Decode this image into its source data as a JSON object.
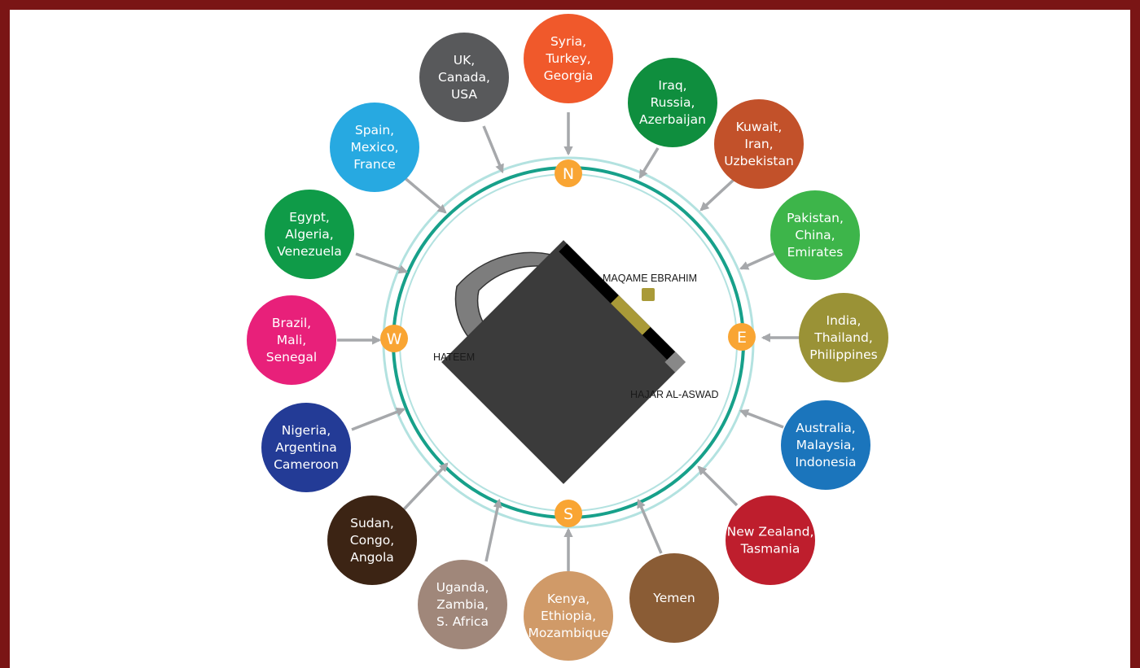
{
  "directions": {
    "north": "N",
    "east": "E",
    "south": "S",
    "west": "W"
  },
  "structure_labels": {
    "hateem": "HATEEM",
    "maqame_ebrahim": "MAQAME EBRAHIM",
    "hajar_al_aswad": "HAJAR AL-ASWAD"
  },
  "regions": [
    {
      "id": "syria-turkey-georgia",
      "lines": [
        "Syria,",
        "Turkey,",
        "Georgia"
      ],
      "color": "#f0592b"
    },
    {
      "id": "iraq-russia-azerbaijan",
      "lines": [
        "Iraq,",
        "Russia,",
        "Azerbaijan"
      ],
      "color": "#0f8e3e"
    },
    {
      "id": "kuwait-iran-uzbekistan",
      "lines": [
        "Kuwait,",
        "Iran,",
        "Uzbekistan"
      ],
      "color": "#c2512a"
    },
    {
      "id": "pakistan-china-emirates",
      "lines": [
        "Pakistan,",
        "China,",
        "Emirates"
      ],
      "color": "#3db54a"
    },
    {
      "id": "india-thailand-philippines",
      "lines": [
        "India,",
        "Thailand,",
        "Philippines"
      ],
      "color": "#9a9236"
    },
    {
      "id": "australia-malaysia-indonesia",
      "lines": [
        "Australia,",
        "Malaysia,",
        "Indonesia"
      ],
      "color": "#1b75bc"
    },
    {
      "id": "newzealand-tasmania",
      "lines": [
        "New Zealand,",
        "Tasmania"
      ],
      "color": "#be1e2d"
    },
    {
      "id": "yemen",
      "lines": [
        "Yemen"
      ],
      "color": "#8a5c35"
    },
    {
      "id": "kenya-ethiopia-mozambique",
      "lines": [
        "Kenya,",
        "Ethiopia,",
        "Mozambique"
      ],
      "color": "#d09a68"
    },
    {
      "id": "uganda-zambia-safrica",
      "lines": [
        "Uganda,",
        "Zambia,",
        "S. Africa"
      ],
      "color": "#a0877a"
    },
    {
      "id": "sudan-congo-angola",
      "lines": [
        "Sudan,",
        "Congo,",
        "Angola"
      ],
      "color": "#3c2414"
    },
    {
      "id": "nigeria-argentina-cameroon",
      "lines": [
        "Nigeria,",
        "Argentina",
        "Cameroon"
      ],
      "color": "#233b96"
    },
    {
      "id": "brazil-mali-senegal",
      "lines": [
        "Brazil,",
        "Mali,",
        "Senegal"
      ],
      "color": "#e8207a"
    },
    {
      "id": "egypt-algeria-venezuela",
      "lines": [
        "Egypt,",
        "Algeria,",
        "Venezuela"
      ],
      "color": "#0f9b48"
    },
    {
      "id": "spain-mexico-france",
      "lines": [
        "Spain,",
        "Mexico,",
        "France"
      ],
      "color": "#27a9e1"
    },
    {
      "id": "uk-canada-usa",
      "lines": [
        "UK,",
        "Canada,",
        "USA"
      ],
      "color": "#58595b"
    }
  ],
  "colors": {
    "frame": "#7a1515",
    "ring": "#17a08a",
    "ring_light": "#b3e2e0",
    "direction_badge": "#f9a533",
    "arrow": "#a6a8ab",
    "kaaba": "#3b3b3b",
    "hateem": "#7d7d7d",
    "gold": "#a99a38"
  }
}
